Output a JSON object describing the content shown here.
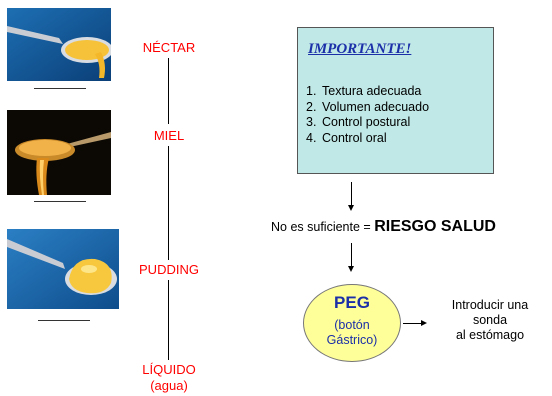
{
  "consistencies": [
    {
      "id": "nectar",
      "label": "NÉCTAR"
    },
    {
      "id": "miel",
      "label": "MIEL"
    },
    {
      "id": "pudding",
      "label": "PUDDING"
    },
    {
      "id": "liquido",
      "label_line1": "LÍQUIDO",
      "label_line2": "(agua)"
    }
  ],
  "important": {
    "title": "IMPORTANTE!",
    "items": [
      {
        "num": "1.",
        "text": "Textura adecuada"
      },
      {
        "num": "2.",
        "text": "Volumen adecuado"
      },
      {
        "num": "3.",
        "text": "Control postural"
      },
      {
        "num": "4.",
        "text": "Control oral"
      }
    ]
  },
  "risk": {
    "prefix": "No es suficiente = ",
    "emphasis": "RIESGO SALUD"
  },
  "peg": {
    "title": "PEG",
    "line1": "(botón",
    "line2": "Gástrico)"
  },
  "advice": {
    "line1": "Introducir una",
    "line2": "sonda",
    "line3": "al estómago"
  },
  "colors": {
    "consistency_label": "#ff0000",
    "box_bg": "#bfe8e6",
    "title_blue": "#1b2fa8",
    "peg_fill": "#ffff99"
  }
}
